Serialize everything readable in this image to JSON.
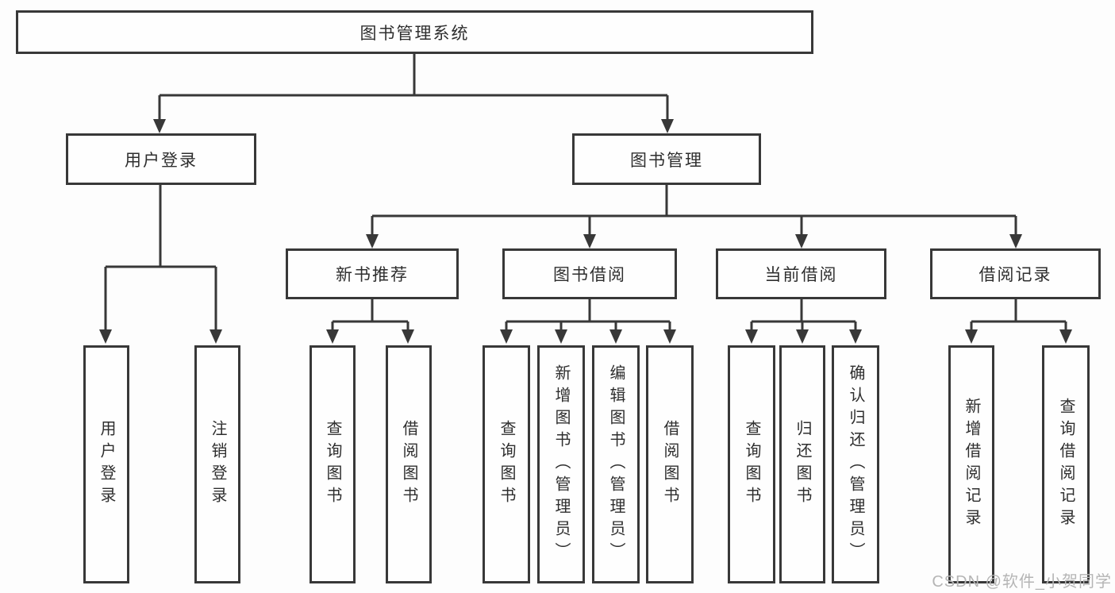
{
  "diagram": {
    "type": "hierarchy-tree",
    "colors": {
      "line": "#383838",
      "box_border": "#383838",
      "box_fill": "#fefefe",
      "text": "#2e2e2e",
      "background": "#fdfdfd",
      "watermark": "#b5b5b5"
    },
    "tree": {
      "root": {
        "label": "图书管理系统"
      },
      "level2": {
        "user_login": {
          "label": "用户登录"
        },
        "book_management": {
          "label": "图书管理"
        }
      },
      "level3": {
        "new_book_recommend": {
          "label": "新书推荐"
        },
        "book_borrow": {
          "label": "图书借阅"
        },
        "current_borrow": {
          "label": "当前借阅"
        },
        "borrow_records": {
          "label": "借阅记录"
        }
      },
      "leaves": {
        "user_login": [
          "用户登录",
          "注销登录"
        ],
        "new_book_recommend": [
          "查询图书",
          "借阅图书"
        ],
        "book_borrow": [
          "查询图书",
          "新增图书（管理员）",
          "编辑图书（管理员）",
          "借阅图书"
        ],
        "current_borrow": [
          "查询图书",
          "归还图书",
          "确认归还（管理员）"
        ],
        "borrow_records": [
          "新增借阅记录",
          "查询借阅记录"
        ]
      }
    },
    "watermark": "CSDN @软件_小贺同学"
  }
}
